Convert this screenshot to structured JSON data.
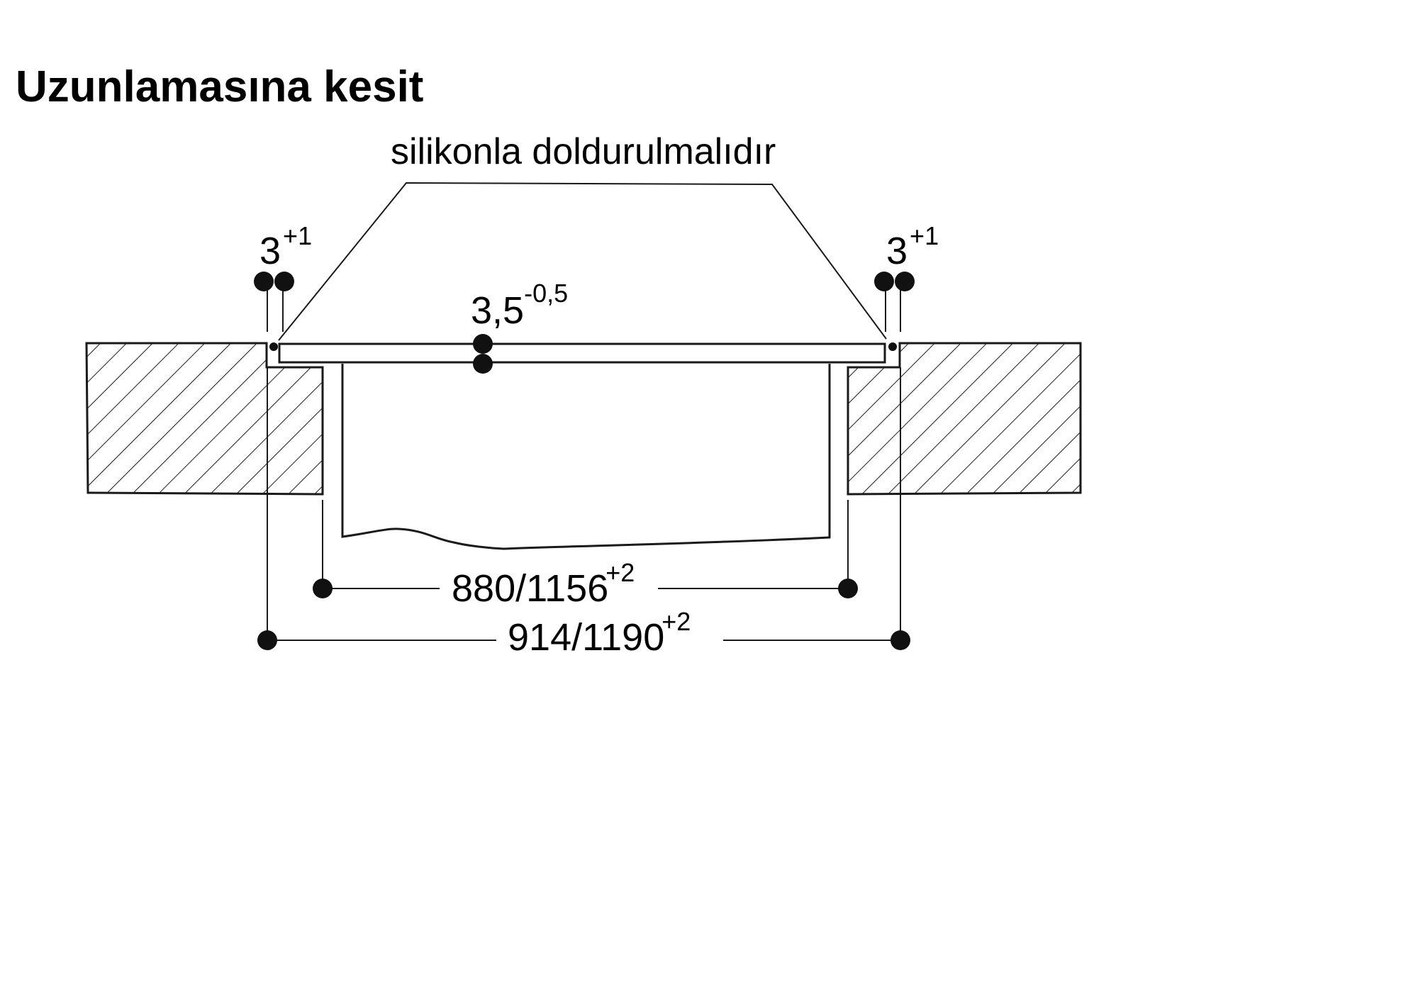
{
  "title": "Uzunlamasına kesit",
  "callout": "silikonla doldurulmalıdır",
  "gap_left": {
    "base": "3",
    "tol": "+1"
  },
  "gap_right": {
    "base": "3",
    "tol": "+1"
  },
  "thickness": {
    "base": "3,5",
    "tol": "-0,5"
  },
  "inner_width": {
    "base": "880/1156",
    "tol": "+2"
  },
  "outer_width": {
    "base": "914/1190",
    "tol": "+2"
  },
  "colors": {
    "ink": "#111111",
    "background": "#ffffff"
  }
}
